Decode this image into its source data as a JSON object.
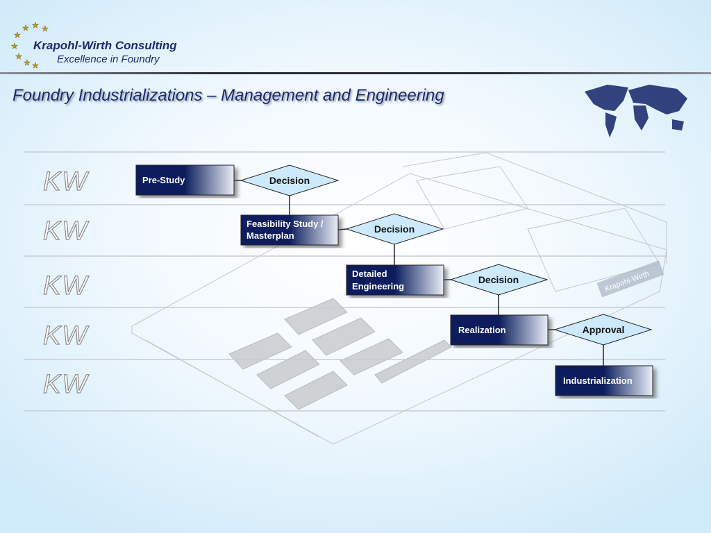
{
  "header": {
    "company": "Krapohl-Wirth Consulting",
    "tagline": "Excellence in Foundry",
    "title": "Foundry Industrializations – Management and Engineering"
  },
  "rows": [
    {
      "label": "KW"
    },
    {
      "label": "KW"
    },
    {
      "label": "KW"
    },
    {
      "label": "KW"
    },
    {
      "label": "KW"
    }
  ],
  "process": {
    "steps": [
      {
        "line1": "Pre-Study",
        "line2": ""
      },
      {
        "line1": "Feasibility Study /",
        "line2": "Masterplan"
      },
      {
        "line1": "Detailed",
        "line2": "Engineering"
      },
      {
        "line1": "Realization",
        "line2": ""
      },
      {
        "line1": "Industrialization",
        "line2": ""
      }
    ],
    "gates": [
      "Decision",
      "Decision",
      "Decision",
      "Approval"
    ]
  },
  "watermark": "Krapohl-Wirth",
  "colors": {
    "box": "#0d1f5c",
    "diamond": "#cdeafc",
    "title": "#1b2a6b"
  }
}
